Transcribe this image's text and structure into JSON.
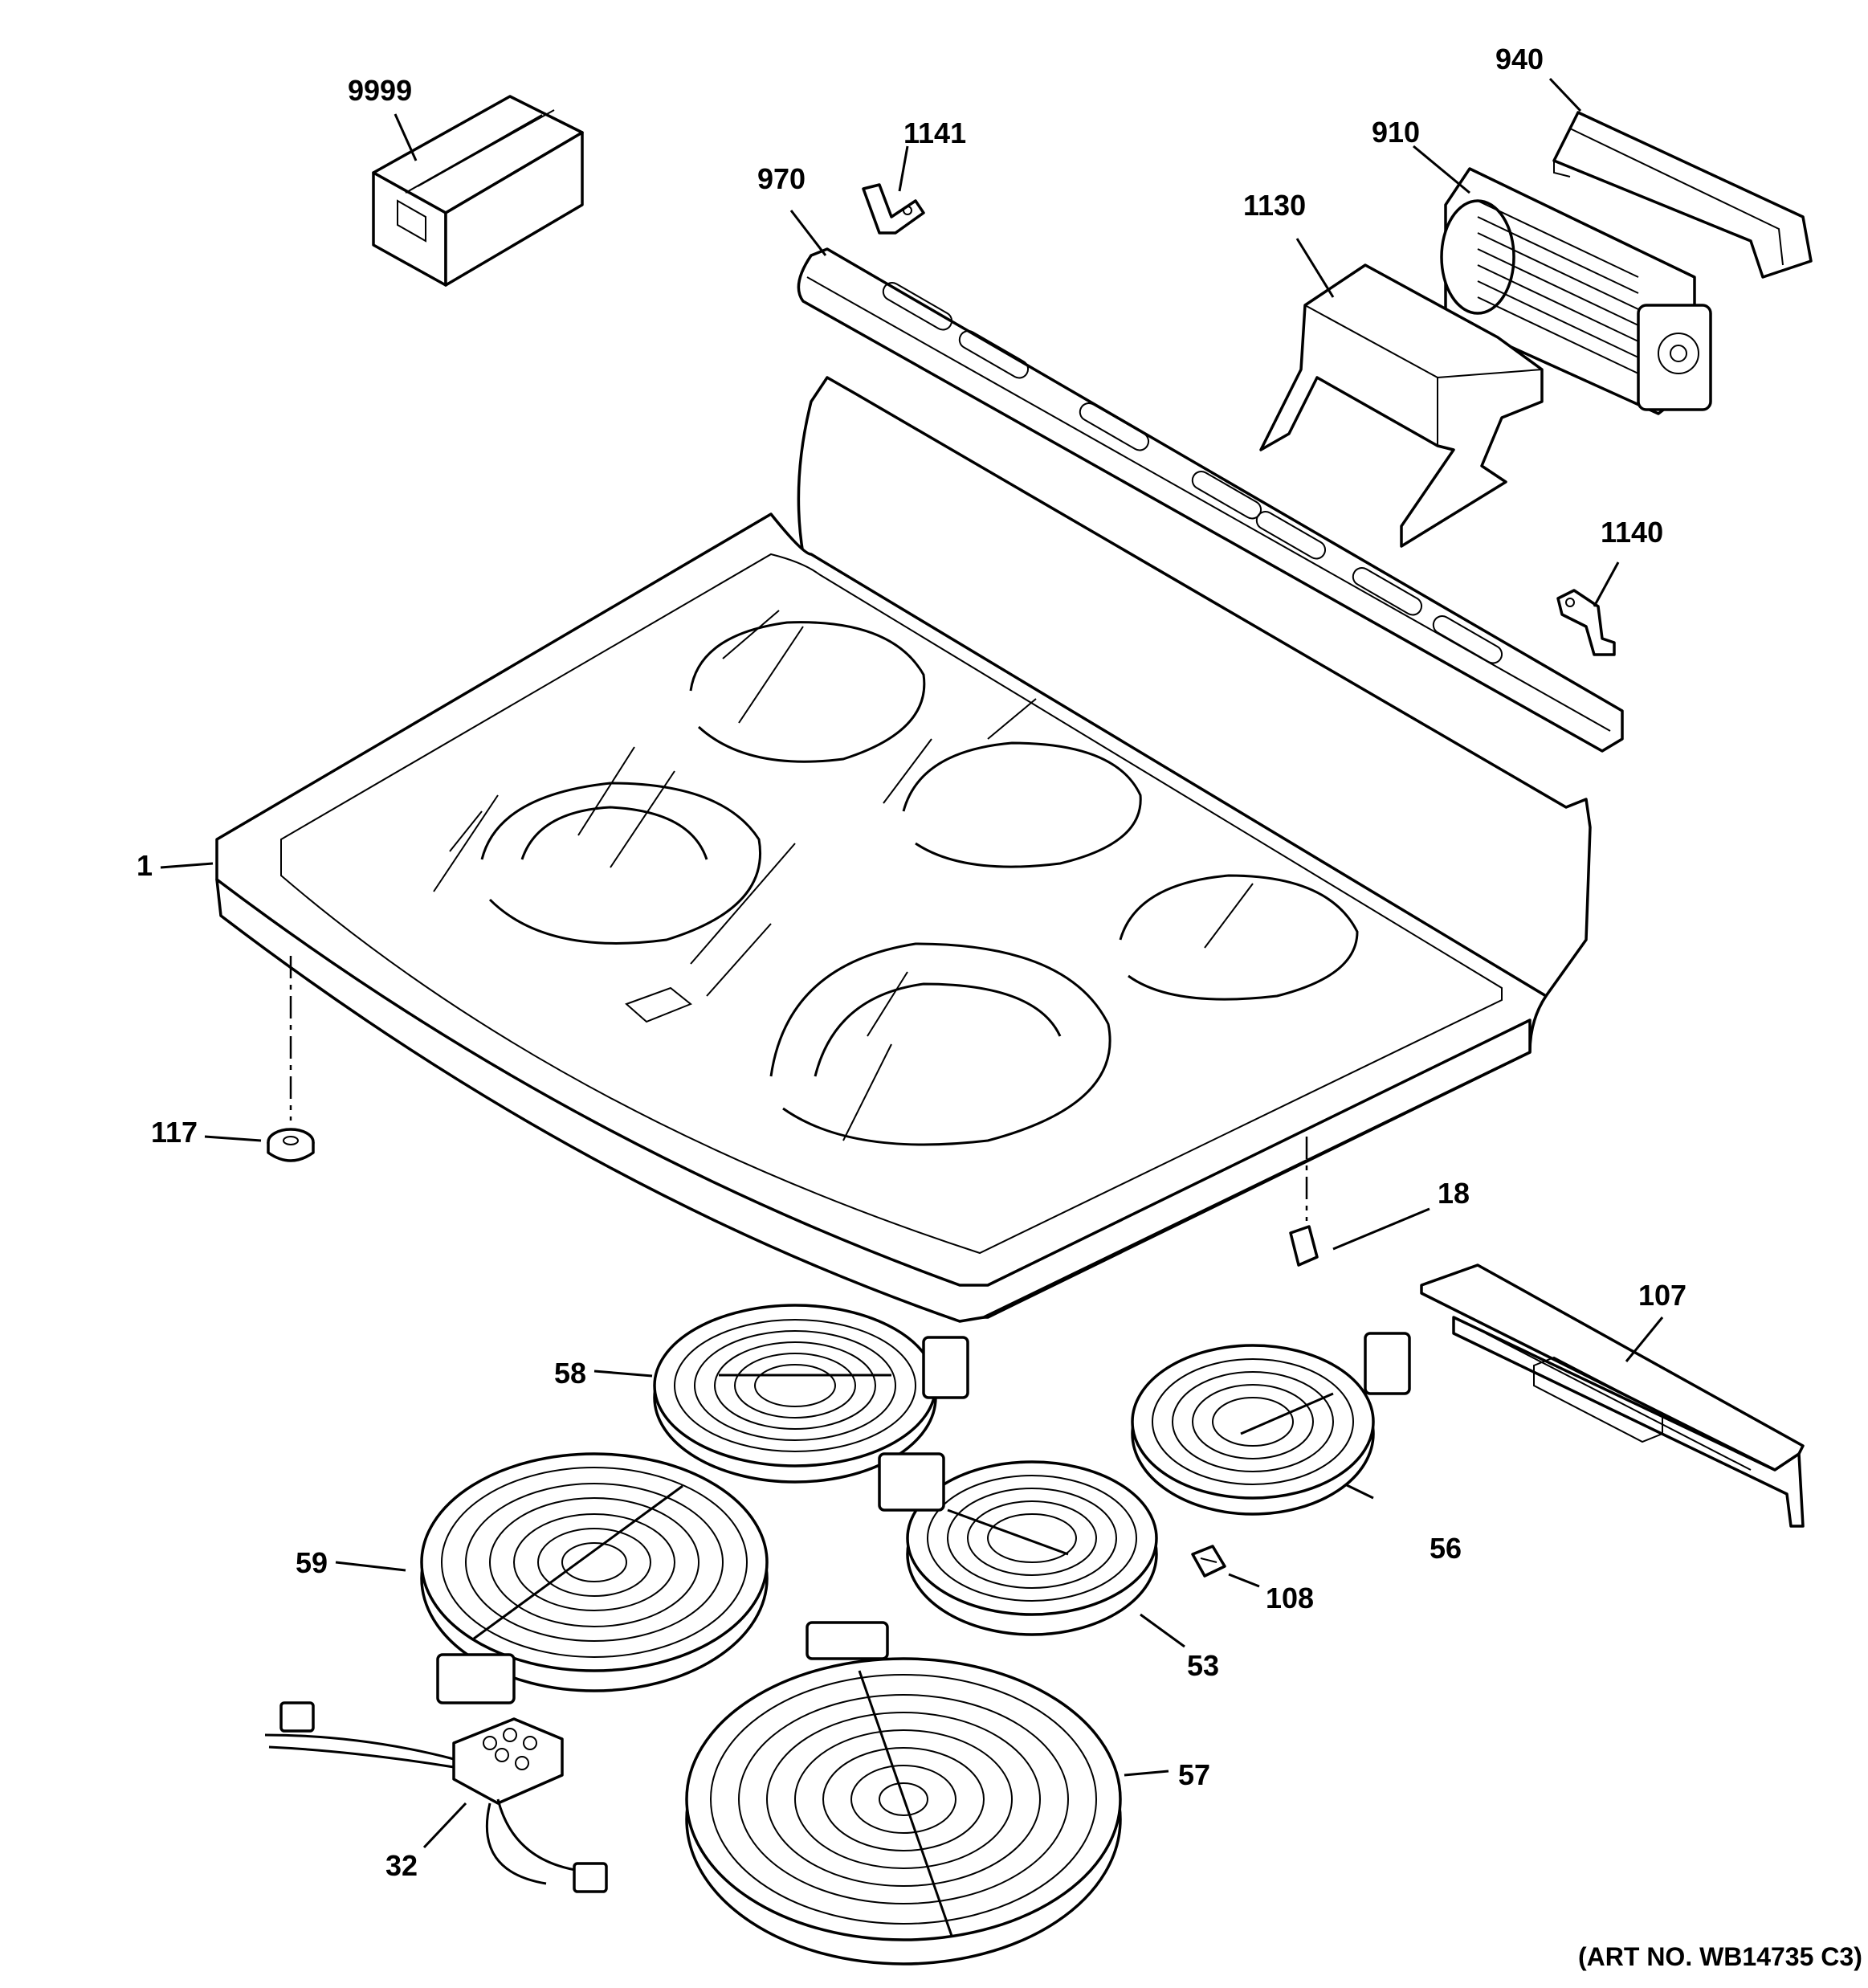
{
  "parts": [
    {
      "id": "9999"
    },
    {
      "id": "1141"
    },
    {
      "id": "970"
    },
    {
      "id": "940"
    },
    {
      "id": "910"
    },
    {
      "id": "1130"
    },
    {
      "id": "1140"
    },
    {
      "id": "1"
    },
    {
      "id": "117"
    },
    {
      "id": "18"
    },
    {
      "id": "107"
    },
    {
      "id": "58"
    },
    {
      "id": "56"
    },
    {
      "id": "59"
    },
    {
      "id": "108"
    },
    {
      "id": "53"
    },
    {
      "id": "57"
    },
    {
      "id": "32"
    }
  ],
  "art_number": "(ART NO. WB14735 C3)"
}
